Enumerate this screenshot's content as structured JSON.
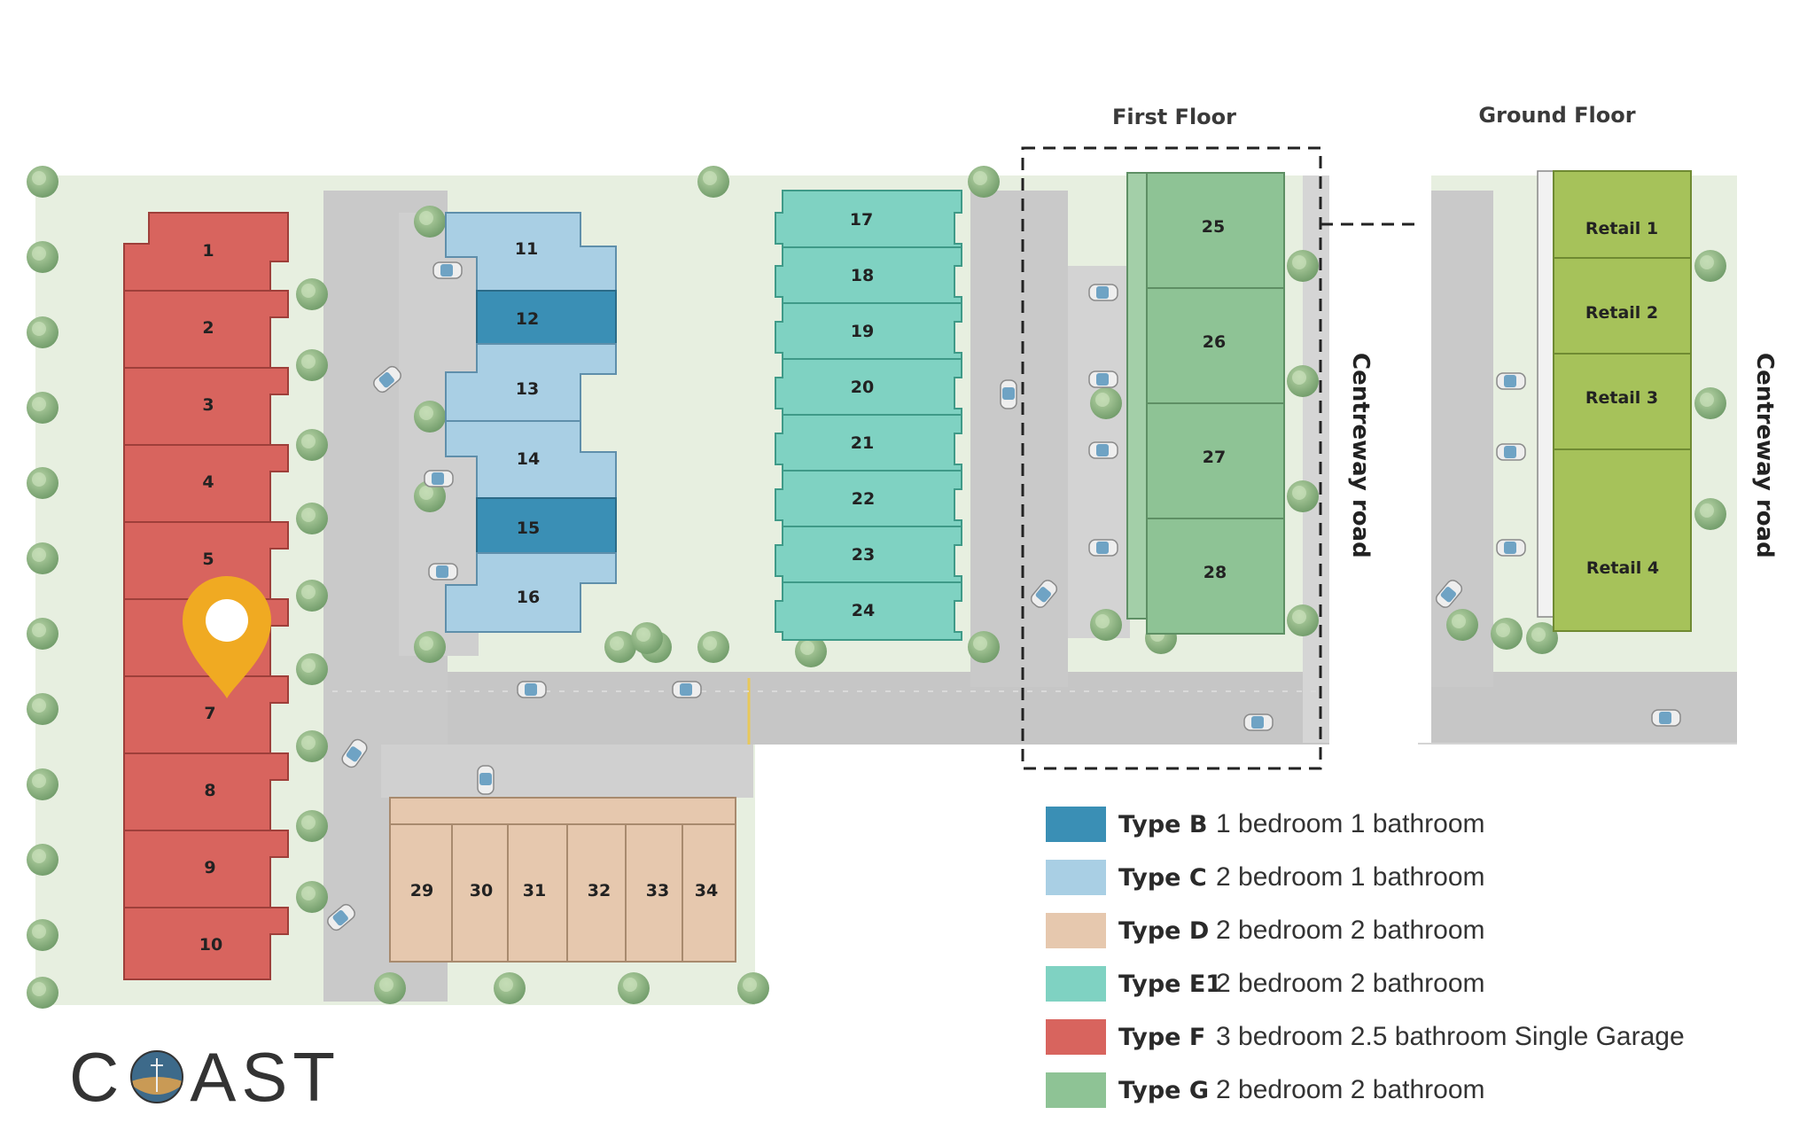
{
  "floors": {
    "first": "First Floor",
    "ground": "Ground Floor"
  },
  "road_label": "Centreway road",
  "units": {
    "u1": "1",
    "u2": "2",
    "u3": "3",
    "u4": "4",
    "u5": "5",
    "u7": "7",
    "u8": "8",
    "u9": "9",
    "u10": "10",
    "u11": "11",
    "u12": "12",
    "u13": "13",
    "u14": "14",
    "u15": "15",
    "u16": "16",
    "u17": "17",
    "u18": "18",
    "u19": "19",
    "u20": "20",
    "u21": "21",
    "u22": "22",
    "u23": "23",
    "u24": "24",
    "u25": "25",
    "u26": "26",
    "u27": "27",
    "u28": "28",
    "u29": "29",
    "u30": "30",
    "u31": "31",
    "u32": "32",
    "u33": "33",
    "u34": "34"
  },
  "retail": {
    "r1": "Retail 1",
    "r2": "Retail 2",
    "r3": "Retail 3",
    "r4": "Retail 4"
  },
  "legend": [
    {
      "type": "Type B",
      "desc": "1 bedroom 1 bathroom",
      "color": "#3a8fb5"
    },
    {
      "type": "Type C",
      "desc": "2 bedroom 1 bathroom",
      "color": "#a9cfe4"
    },
    {
      "type": "Type D",
      "desc": "2 bedroom 2 bathroom",
      "color": "#e6c8ae"
    },
    {
      "type": "Type E1",
      "desc": "2 bedroom 2 bathroom",
      "color": "#7fd2c2"
    },
    {
      "type": "Type F",
      "desc": "3 bedroom 2.5 bathroom Single Garage",
      "color": "#d8645e"
    },
    {
      "type": "Type G",
      "desc": "2 bedroom 2 bathroom",
      "color": "#8ec395"
    }
  ],
  "logo": {
    "c": "C",
    "rest": "AST"
  },
  "colors": {
    "type_b": "#3a8fb5",
    "type_c": "#a9cfe4",
    "type_d": "#e6c8ae",
    "type_e1": "#7fd2c2",
    "type_f": "#d8645e",
    "type_g": "#8ec395",
    "retail": "#a6c25a",
    "pin": "#f0aa22",
    "road": "#c9c9c9",
    "lawn": "#dfe9d6"
  },
  "icons": {
    "pin": "map-pin-icon",
    "car": "car-icon",
    "tree": "tree-icon"
  }
}
